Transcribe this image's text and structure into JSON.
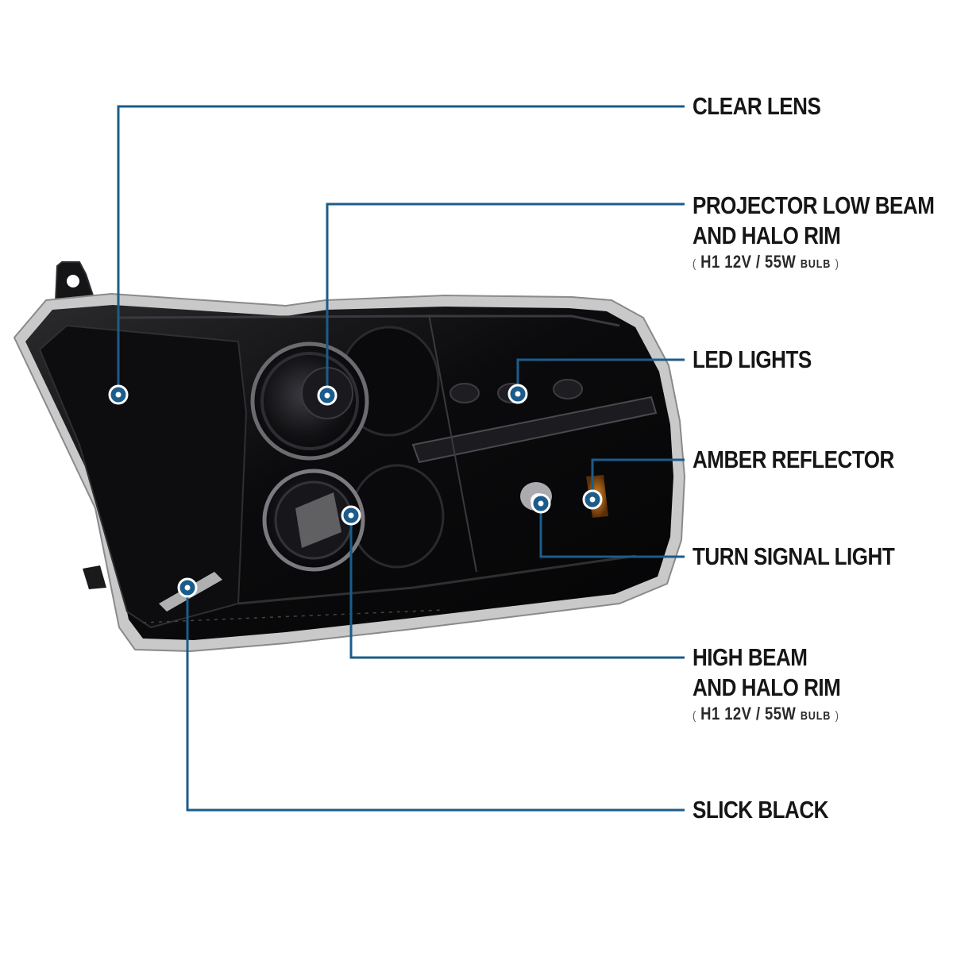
{
  "accent_color": "#1c5c8a",
  "callouts": {
    "clear_lens": {
      "label": "CLEAR LENS"
    },
    "projector_low_beam": {
      "label_line1": "PROJECTOR LOW BEAM",
      "label_line2": "AND HALO RIM",
      "spec_open": "(",
      "spec_value": "H1  12V / 55W",
      "spec_unit": "BULB",
      "spec_close": ")"
    },
    "led_lights": {
      "label": "LED LIGHTS"
    },
    "amber_reflector": {
      "label": "AMBER REFLECTOR"
    },
    "turn_signal": {
      "label": "TURN SIGNAL LIGHT"
    },
    "high_beam": {
      "label_line1": "HIGH BEAM",
      "label_line2": "AND HALO RIM",
      "spec_open": "(",
      "spec_value": "H1  12V / 55W",
      "spec_unit": "BULB",
      "spec_close": ")"
    },
    "slick_black": {
      "label": "SLICK BLACK"
    }
  }
}
